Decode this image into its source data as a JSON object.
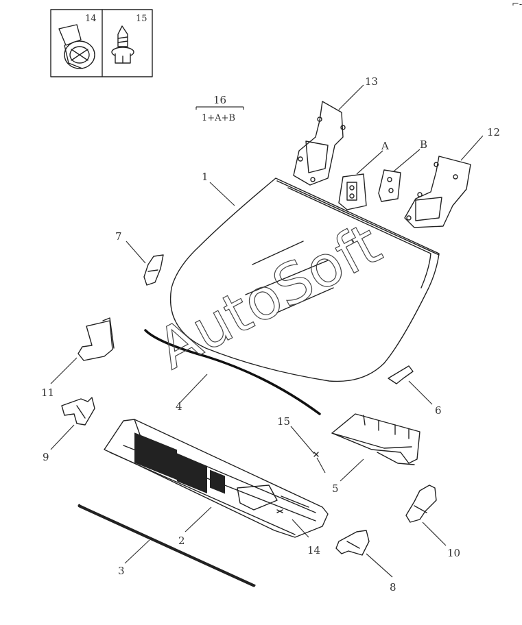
{
  "watermark": "AutoSoft",
  "corner_mark": "⌐‑",
  "inset": {
    "labels": [
      "14",
      "15"
    ]
  },
  "kit": {
    "number": "16",
    "formula": "1+A+B"
  },
  "callouts": [
    "1",
    "2",
    "3",
    "4",
    "5",
    "6",
    "7",
    "8",
    "9",
    "10",
    "11",
    "12",
    "13",
    "14",
    "15",
    "A",
    "B"
  ]
}
